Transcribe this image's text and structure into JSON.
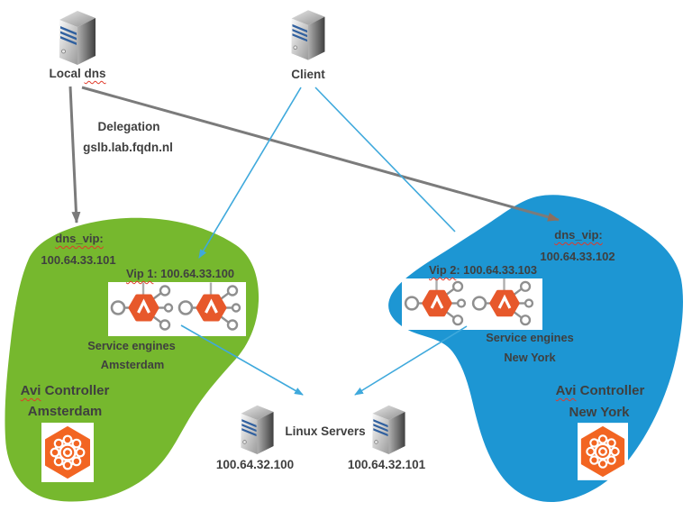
{
  "palette": {
    "site_green": "#76b82e",
    "site_blue": "#1d96d3",
    "avi_orange": "#e7582b",
    "arrow_blue": "#3fa9dc",
    "arrow_gray": "#7b7b7b",
    "text_dark": "#3f3f3f"
  },
  "nodes": {
    "local_dns": {
      "label_prefix": "Local",
      "label_misspelled": "dns"
    },
    "client": {
      "label": "Client"
    },
    "delegation": {
      "title": "Delegation",
      "domain": "gslb.lab.fqdn.nl"
    },
    "linux_servers": {
      "label": "Linux Servers",
      "server1_ip": "100.64.32.100",
      "server2_ip": "100.64.32.101"
    }
  },
  "sites": {
    "amsterdam": {
      "dns_vip_label": "dns_vip:",
      "dns_vip_ip": "100.64.33.101",
      "vip_word": "Vip 1",
      "vip_rest": ": 100.64.33.100",
      "service_engines_label": "Service engines",
      "service_engines_city": "Amsterdam",
      "controller_word": "Avi",
      "controller_rest": "Controller",
      "controller_city": "Amsterdam"
    },
    "new_york": {
      "dns_vip_label": "dns_vip:",
      "dns_vip_ip": "100.64.33.102",
      "vip_word": "Vip 2",
      "vip_rest": ": 100.64.33.103",
      "service_engines_label": "Service engines",
      "service_engines_city": "New York",
      "controller_word": "Avi",
      "controller_rest": "Controller",
      "controller_city": "New York"
    }
  },
  "icons": {
    "local_dns": "server-tower-icon",
    "client": "server-tower-icon",
    "linux_server": "server-tower-icon",
    "service_engine": "avi-service-engine-hexagon-icon",
    "controller": "avi-controller-gear-logo"
  }
}
